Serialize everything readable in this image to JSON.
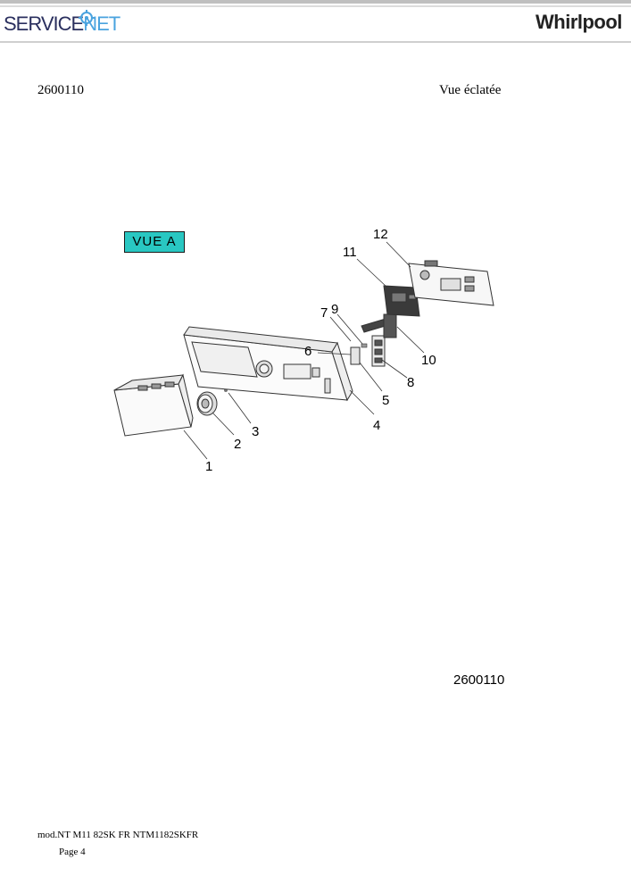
{
  "header": {
    "logo_left": {
      "part1": "SERVICE",
      "part2": "NET"
    },
    "logo_right": "Whirlpool"
  },
  "doc": {
    "number": "2600110",
    "view_title": "Vue éclatée"
  },
  "diagram": {
    "view_label": "VUE A",
    "callouts": [
      "1",
      "2",
      "3",
      "4",
      "5",
      "6",
      "7",
      "8",
      "9",
      "10",
      "11",
      "12"
    ]
  },
  "bottom_ref": "2600110",
  "footer": {
    "model": "mod.NT M11 82SK FR NTM1182SKFR",
    "page": "Page 4"
  },
  "colors": {
    "vue_badge": "#29c7c2",
    "logo_blue": "#4aa3df",
    "logo_navy": "#2a2f5e"
  }
}
